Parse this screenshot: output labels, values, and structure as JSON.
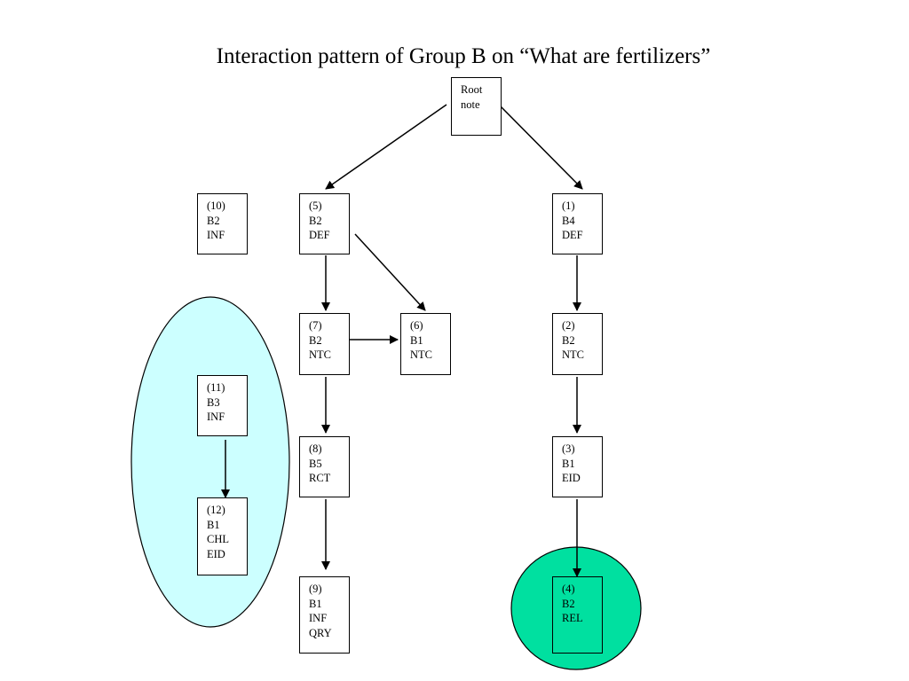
{
  "diagram": {
    "title": "Interaction pattern of Group B on “What are fertilizers”",
    "colors": {
      "highlight_light": "#ccffff",
      "highlight_green": "#00e0a0",
      "line": "#000000"
    },
    "nodes": {
      "root": [
        "Root",
        "note"
      ],
      "n1": [
        "(1)",
        "B4",
        "DEF"
      ],
      "n2": [
        "(2)",
        "B2",
        "NTC"
      ],
      "n3": [
        "(3)",
        "B1",
        "EID"
      ],
      "n4": [
        "(4)",
        "B2",
        "REL"
      ],
      "n5": [
        "(5)",
        "B2",
        "DEF"
      ],
      "n6": [
        "(6)",
        "B1",
        "NTC"
      ],
      "n7": [
        "(7)",
        "B2",
        "NTC"
      ],
      "n8": [
        "(8)",
        "B5",
        "RCT"
      ],
      "n9": [
        "(9)",
        "B1",
        "INF",
        "QRY"
      ],
      "n10": [
        "(10)",
        "B2",
        "INF"
      ],
      "n11": [
        "(11)",
        "B3",
        "INF"
      ],
      "n12": [
        "(12)",
        "B1",
        "CHL",
        "EID"
      ]
    },
    "edges": [
      [
        "root",
        "n5"
      ],
      [
        "root",
        "n1"
      ],
      [
        "n5",
        "n7"
      ],
      [
        "n5",
        "n6"
      ],
      [
        "n7",
        "n6"
      ],
      [
        "n7",
        "n8"
      ],
      [
        "n8",
        "n9"
      ],
      [
        "n1",
        "n2"
      ],
      [
        "n2",
        "n3"
      ],
      [
        "n3",
        "n4"
      ],
      [
        "n11",
        "n12"
      ]
    ],
    "highlight_groups": [
      {
        "nodes": [
          "n11",
          "n12"
        ],
        "color": "#ccffff"
      },
      {
        "nodes": [
          "n4"
        ],
        "color": "#00e0a0"
      }
    ]
  }
}
